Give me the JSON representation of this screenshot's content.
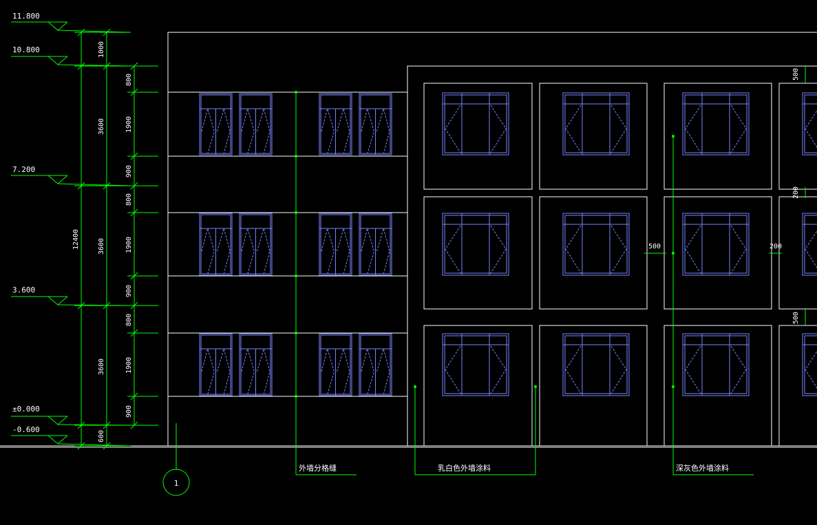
{
  "colors": {
    "background": "#000000",
    "outline": "#ffffff",
    "dimension": "#00ff00",
    "window": "#7a86ff"
  },
  "elevations": {
    "e11800": "11.800",
    "e10800": "10.800",
    "e7200": "7.200",
    "e3600": "3.600",
    "e0": "±0.000",
    "em600": "-0.600"
  },
  "dims": {
    "total": "12400",
    "parapet": "1000",
    "floor3": "3600",
    "floor2": "3600",
    "floor1": "3600",
    "base": "600",
    "f3_top": "800",
    "f3_win": "1900",
    "f3_sill": "900",
    "f2_top": "800",
    "f2_win": "1900",
    "f2_sill": "900",
    "f1_top": "800",
    "f1_win": "1900",
    "f1_sill": "900",
    "frame_top": "500",
    "frame_gap": "200",
    "frame_bottom": "500",
    "horiz_left": "500",
    "horiz_right": "200"
  },
  "notes": {
    "joint": "外墙分格缝",
    "milky_white": "乳白色外墙涂料",
    "dark_grey": "深灰色外墙涂料"
  },
  "axis": {
    "label": "1"
  }
}
